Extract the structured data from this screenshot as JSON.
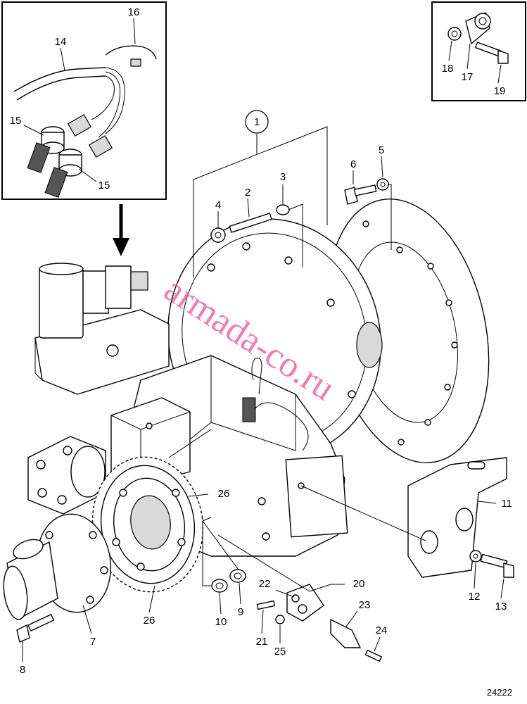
{
  "diagram": {
    "drawing_number": "24222",
    "watermark": "armada-co.ru",
    "callouts": [
      {
        "id": "c1",
        "label": "1"
      },
      {
        "id": "c2",
        "label": "2"
      },
      {
        "id": "c3",
        "label": "3"
      },
      {
        "id": "c4",
        "label": "4"
      },
      {
        "id": "c5",
        "label": "5"
      },
      {
        "id": "c6",
        "label": "6"
      },
      {
        "id": "c7",
        "label": "7"
      },
      {
        "id": "c8",
        "label": "8"
      },
      {
        "id": "c9",
        "label": "9"
      },
      {
        "id": "c10",
        "label": "10"
      },
      {
        "id": "c11",
        "label": "11"
      },
      {
        "id": "c12",
        "label": "12"
      },
      {
        "id": "c13",
        "label": "13"
      },
      {
        "id": "c14",
        "label": "14"
      },
      {
        "id": "c15a",
        "label": "15"
      },
      {
        "id": "c15b",
        "label": "15"
      },
      {
        "id": "c16",
        "label": "16"
      },
      {
        "id": "c17",
        "label": "17"
      },
      {
        "id": "c18",
        "label": "18"
      },
      {
        "id": "c19",
        "label": "19"
      },
      {
        "id": "c20",
        "label": "20"
      },
      {
        "id": "c21",
        "label": "21"
      },
      {
        "id": "c22",
        "label": "22"
      },
      {
        "id": "c23",
        "label": "23"
      },
      {
        "id": "c24",
        "label": "24"
      },
      {
        "id": "c25",
        "label": "25"
      },
      {
        "id": "c26a",
        "label": "26"
      },
      {
        "id": "c26b",
        "label": "26"
      }
    ]
  }
}
